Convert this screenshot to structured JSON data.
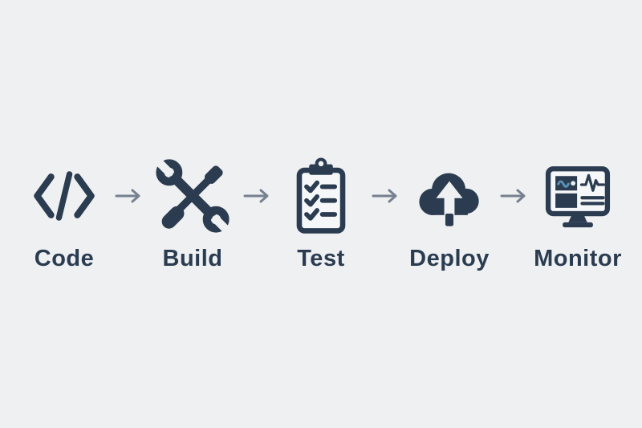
{
  "pipeline": {
    "stages": [
      {
        "label": "Code",
        "icon": "code-brackets-icon"
      },
      {
        "label": "Build",
        "icon": "wrench-screwdriver-icon"
      },
      {
        "label": "Test",
        "icon": "checklist-clipboard-icon"
      },
      {
        "label": "Deploy",
        "icon": "cloud-upload-icon"
      },
      {
        "label": "Monitor",
        "icon": "monitor-dashboard-icon"
      }
    ],
    "connector": {
      "glyph": "→",
      "color": "#76818f"
    },
    "colors": {
      "background": "#eef0f2",
      "icon_dark": "#2b3c50",
      "label_text": "#2b3c50",
      "accent_teal": "#5b90b3",
      "screen_light": "#f5f7f9"
    }
  }
}
